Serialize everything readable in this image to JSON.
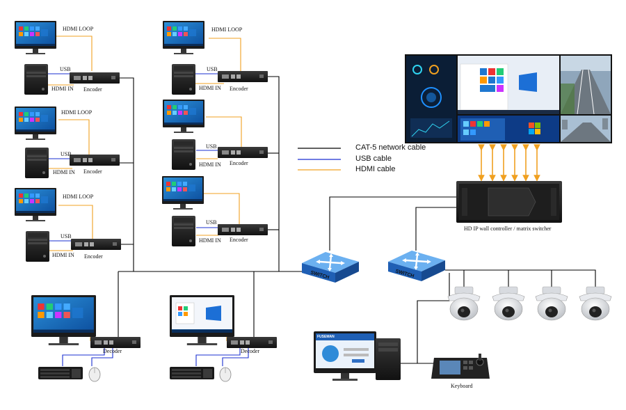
{
  "labels": {
    "hdmi_loop": "HDMI LOOP",
    "usb": "USB",
    "hdmi_in": "HDMI IN",
    "encoder": "Encoder",
    "decoder": "Decoder",
    "switch": "SWITCH",
    "keyboard": "Keyboard",
    "controller": "HD IP wall controller / matrix switcher"
  },
  "legend": [
    {
      "label": "CAT-5 network cable",
      "color": "#000000"
    },
    {
      "label": "USB cable",
      "color": "#1a2fd0"
    },
    {
      "label": "HDMI cable",
      "color": "#f0a020"
    }
  ],
  "colors": {
    "network": "#000000",
    "usb": "#1a2fd0",
    "hdmi": "#f0a020",
    "switch": "#2f6fc4"
  },
  "video_wall": {
    "panels": [
      "monitoring-dashboard",
      "windows-desktop",
      "highway-camera",
      "windows-desktop-2",
      "city-camera"
    ]
  },
  "cameras": {
    "count": 4
  },
  "login_screen": {
    "brand": "FUSEMAN"
  }
}
